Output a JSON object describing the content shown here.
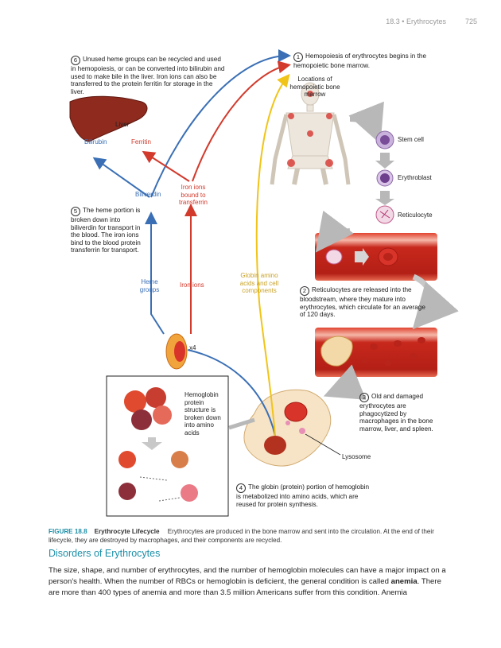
{
  "running_head": {
    "section": "18.3 • Erythrocytes",
    "page": "725"
  },
  "steps": {
    "s1": {
      "num": "1",
      "text": "Hemopoiesis of erythrocytes begins in the hemopoietic bone marrow."
    },
    "s2": {
      "num": "2",
      "text": "Reticulocytes are released into the bloodstream, where they mature into erythrocytes, which circulate for an average of 120 days."
    },
    "s3": {
      "num": "3",
      "text": "Old and damaged erythrocytes are phagocytized by macrophages in the bone marrow, liver, and spleen."
    },
    "s4": {
      "num": "4",
      "text": "The globin (protein) portion of hemoglobin is metabolized into amino acids, which are reused for protein synthesis."
    },
    "s5": {
      "num": "5",
      "text": "The heme portion is broken down into biliverdin for transport in the blood. The iron ions bind to the blood protein transferrin for transport."
    },
    "s6": {
      "num": "6",
      "text": "Unused heme groups can be recycled and used in hemopoiesis, or can be converted into bilirubin and used to make bile in the liver. Iron ions can also be transferred to the protein ferritin for storage in the liver."
    }
  },
  "labels": {
    "locations": "Locations of hemopoietic bone marrow",
    "stem_cell": "Stem cell",
    "erythroblast": "Erythroblast",
    "reticulocyte": "Reticulocyte",
    "liver": "Liver",
    "bilirubin": "Bilirubin",
    "ferritin": "Ferritin",
    "biliverdin": "Biliverdin",
    "iron_bound": "Iron ions bound to transferrin",
    "heme_groups": "Heme groups",
    "iron_ions": "Iron ions",
    "globin": "Globin amino acids and cell components",
    "x4": "x4",
    "lysosome": "Lysosome",
    "hemoglobin_box": "Hemoglobin protein structure is broken down into amino acids"
  },
  "caption": {
    "label": "FIGURE 18.8",
    "title": "Erythrocyte Lifecycle",
    "text": "Erythrocytes are produced in the bone marrow and sent into the circulation. At the end of their lifecycle, they are destroyed by macrophages, and their components are recycled."
  },
  "section_heading": "Disorders of Erythrocytes",
  "body": {
    "p1_a": "The size, shape, and number of erythrocytes, and the number of hemoglobin molecules can have a major impact on a person's health. When the number of RBCs or hemoglobin is deficient, the general condition is called ",
    "p1_term": "anemia",
    "p1_b": ". There are more than 400 types of anemia and more than 3.5 million Americans suffer from this condition. Anemia"
  },
  "colors": {
    "heme_path": "#3a6fb5",
    "iron_path": "#d23a2c",
    "globin_path": "#f0c419",
    "vessel": "#c8281c",
    "accent": "#1d8fa8"
  }
}
